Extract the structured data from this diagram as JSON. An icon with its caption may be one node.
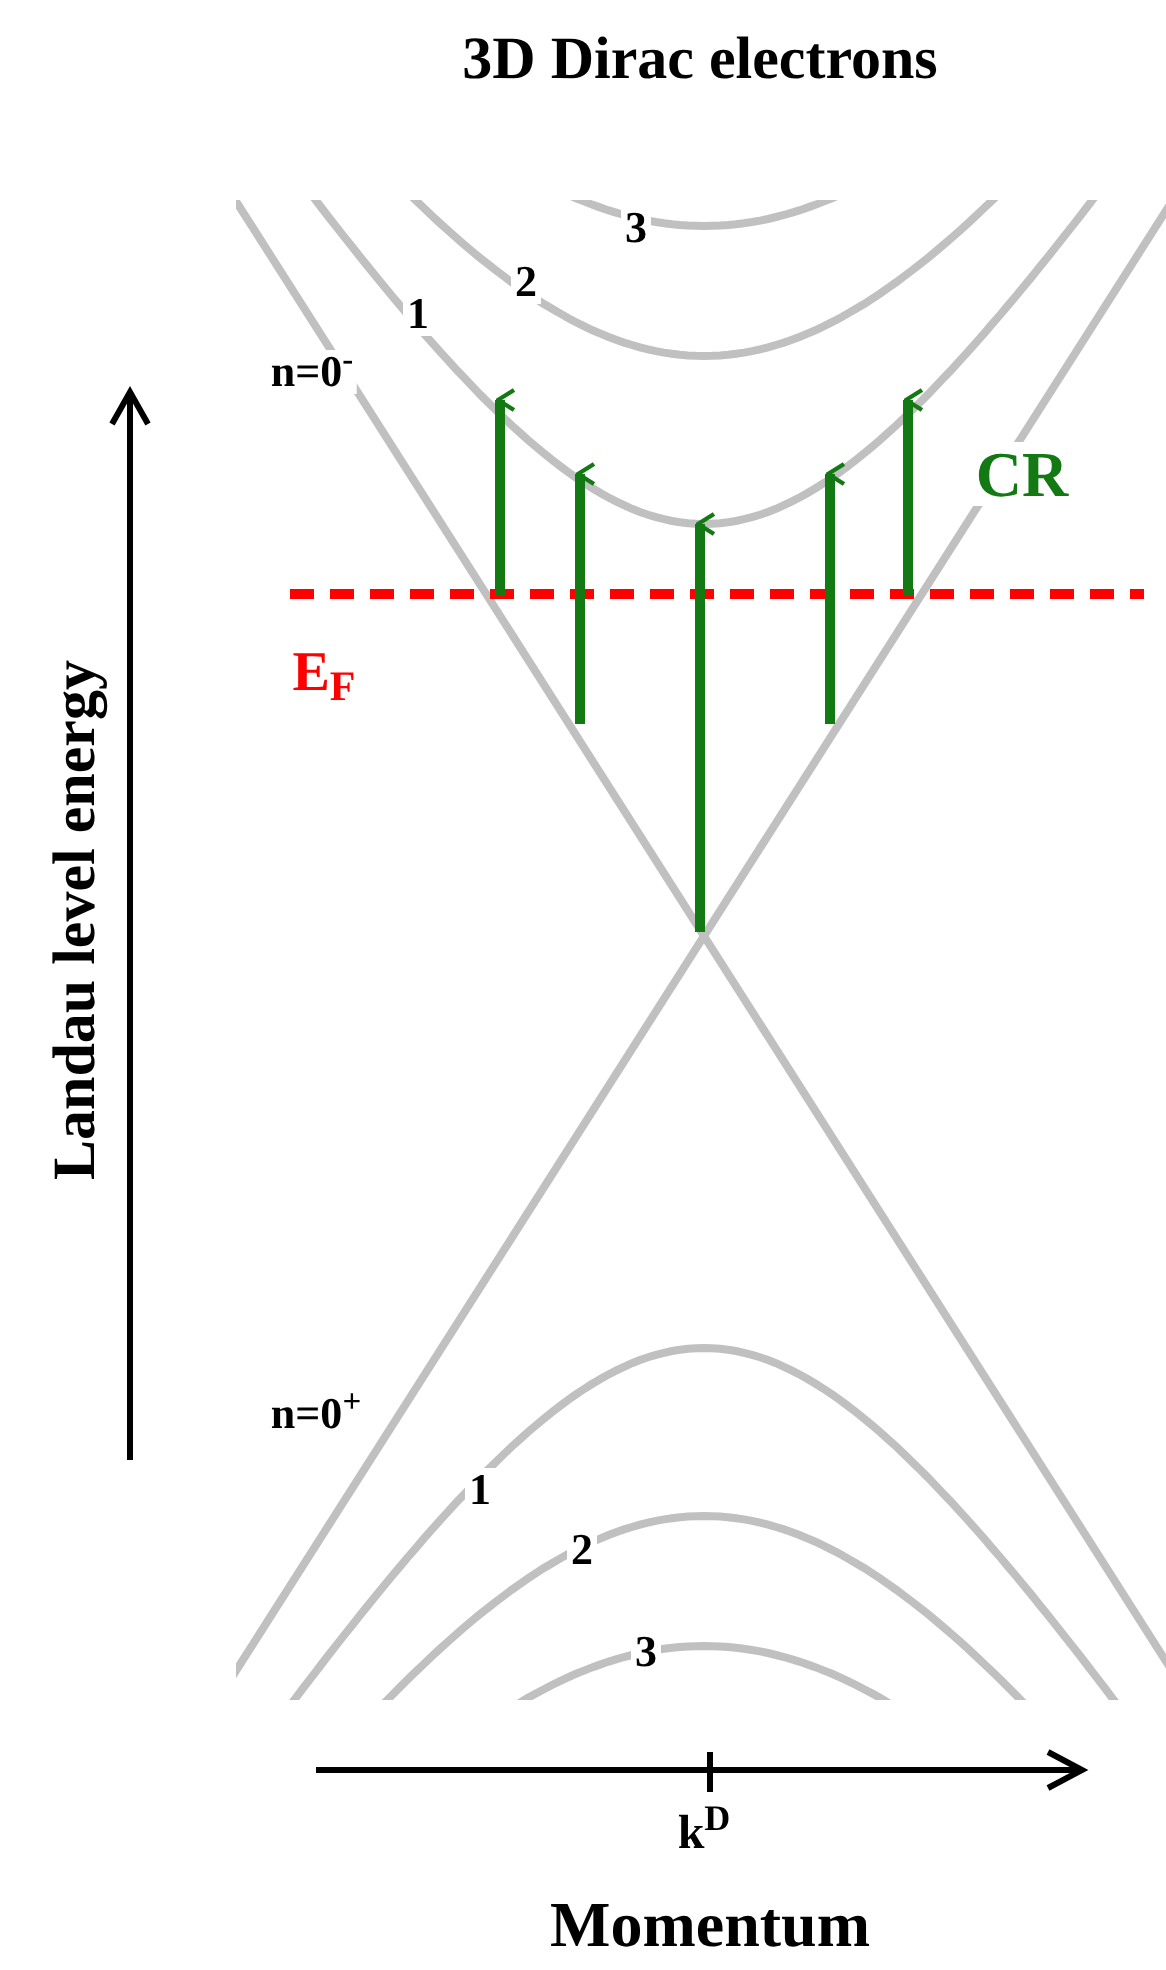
{
  "diagram": {
    "title": "3D Dirac electrons",
    "labels": [
      "3",
      "2",
      "1",
      "n=0$^{-}$",
      "CR",
      "E$_{F}$",
      "Landau level energy",
      "n=0$^{+}$",
      "1",
      "2",
      "3",
      "k$^{D}$",
      "Momentum"
    ]
  }
}
